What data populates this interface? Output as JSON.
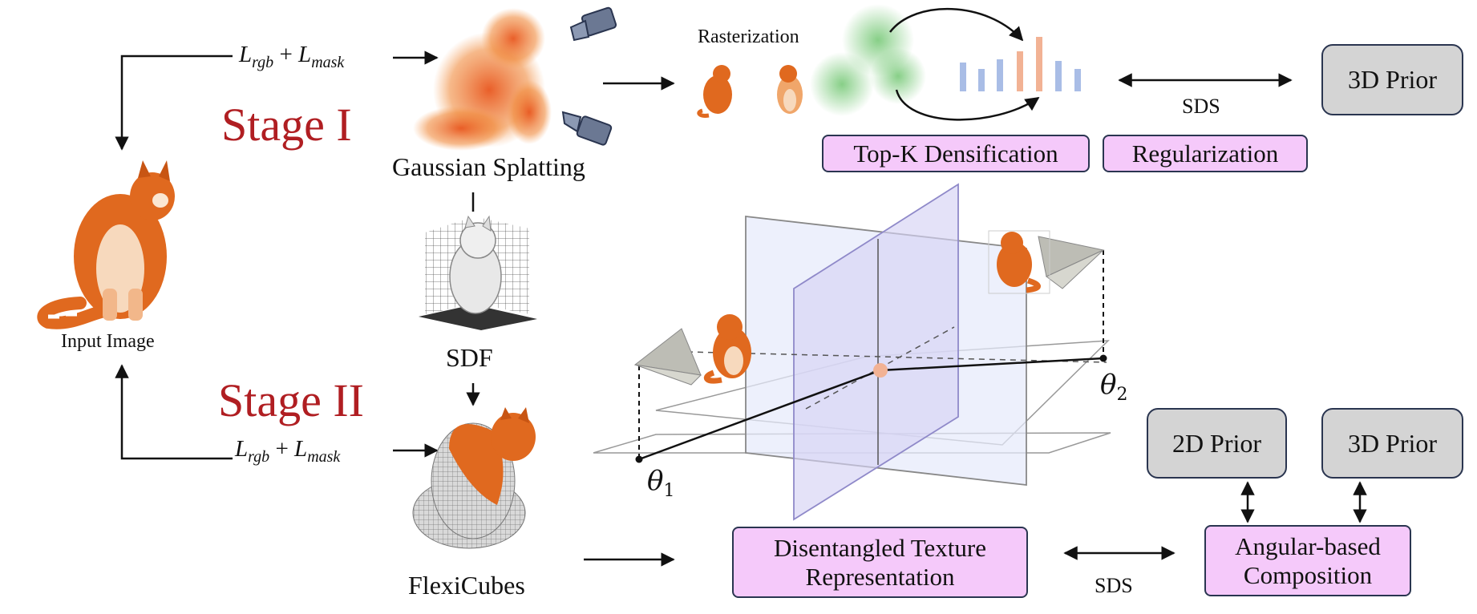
{
  "labels": {
    "input_image": "Input Image",
    "stage1": "Stage I",
    "stage2": "Stage II",
    "gaussian": "Gaussian Splatting",
    "sdf": "SDF",
    "flexicubes": "FlexiCubes",
    "rasterization": "Rasterization",
    "sds_top": "SDS",
    "sds_bottom": "SDS"
  },
  "loss_terms": {
    "stage1": {
      "l1": "L",
      "s1": "rgb",
      "plus": " + ",
      "l2": "L",
      "s2": "mask"
    },
    "stage2": {
      "l1": "L",
      "s1": "rgb",
      "plus": " + ",
      "l2": "L",
      "s2": "mask"
    }
  },
  "boxes": {
    "prior_3d_top": "3D Prior",
    "prior_2d": "2D Prior",
    "prior_3d_bottom": "3D Prior",
    "topk": "Top-K Densification",
    "regularization": "Regularization",
    "texture_line1": "Disentangled Texture",
    "texture_line2": "Representation",
    "angular_line1": "Angular-based",
    "angular_line2": "Composition"
  },
  "thetas": {
    "t1": {
      "sym": "θ",
      "sub": "1"
    },
    "t2": {
      "sym": "θ",
      "sub": "2"
    }
  },
  "colors": {
    "stage_red": "#b01e22",
    "box_pink": "#f5c9fa",
    "prior_gray": "#d4d4d4",
    "cat_orange": "#e0691f",
    "bar_blue": "#a9bde6",
    "bar_salmon": "#f2b294",
    "plane_lavender": "#d6d2f4"
  }
}
